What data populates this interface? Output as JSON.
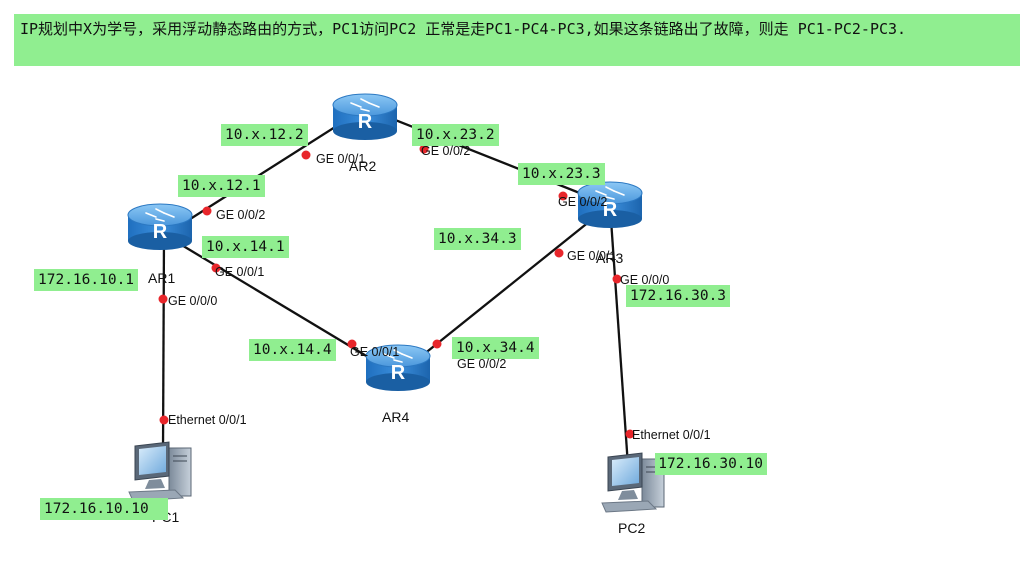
{
  "note": "IP规划中X为学号，采用浮动静态路由的方式，PC1访问PC2 正常是走PC1-PC4-PC3,如果这条链路出了故障，则走 PC1-PC2-PC3.",
  "colors": {
    "highlight": "#90ee90",
    "link": "#111111",
    "port": "#e8262b",
    "router_top": "#5aa6e6",
    "router_body": "#2f7fcf"
  },
  "devices": {
    "ar1": {
      "name": "AR1",
      "type": "router"
    },
    "ar2": {
      "name": "AR2",
      "type": "router"
    },
    "ar3": {
      "name": "AR3",
      "type": "router"
    },
    "ar4": {
      "name": "AR4",
      "type": "router"
    },
    "pc1": {
      "name": "PC1",
      "type": "pc"
    },
    "pc2": {
      "name": "PC2",
      "type": "pc"
    }
  },
  "ports": {
    "ar1_g002": "GE 0/0/2",
    "ar1_g001": "GE 0/0/1",
    "ar1_g000": "GE 0/0/0",
    "ar2_g001": "GE 0/0/1",
    "ar2_g002": "GE 0/0/2",
    "ar3_g002": "GE 0/0/2",
    "ar3_g001": "GE 0/0/1",
    "ar3_g000": "GE 0/0/0",
    "ar4_g001": "GE 0/0/1",
    "ar4_g002": "GE 0/0/2",
    "pc1_eth": "Ethernet 0/0/1",
    "pc2_eth": "Ethernet 0/0/1"
  },
  "addresses": {
    "ar2_g001": "10.x.12.2",
    "ar2_g002": "10.x.23.2",
    "ar1_g002": "10.x.12.1",
    "ar3_g002": "10.x.23.3",
    "ar1_g001": "10.x.14.1",
    "ar3_g001": "10.x.34.3",
    "ar1_g000": "172.16.10.1",
    "ar3_g000": "172.16.30.3",
    "ar4_g001": "10.x.14.4",
    "ar4_g002": "10.x.34.4",
    "pc2": "172.16.30.10",
    "pc1": "172.16.10.10"
  }
}
